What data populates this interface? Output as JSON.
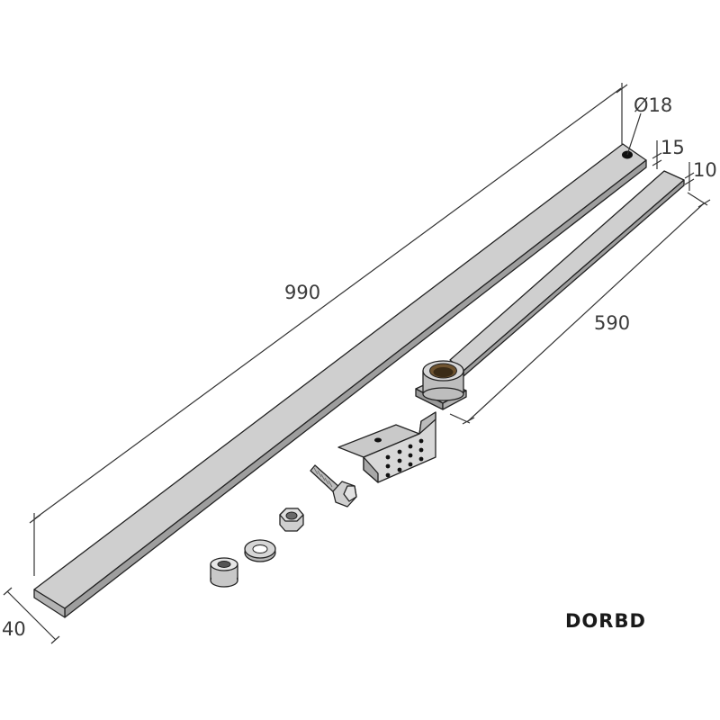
{
  "product_code": "DORBD",
  "dimensions": {
    "long_bar_length": "990",
    "short_bar_length": "590",
    "bar_width": "40",
    "hole_diameter": "Ø18",
    "long_bar_thickness": "15",
    "short_bar_thickness": "10"
  },
  "colors": {
    "bar_top": "#cfcfcf",
    "bar_side": "#9e9e9e",
    "bronze": "#8a6a3a"
  }
}
